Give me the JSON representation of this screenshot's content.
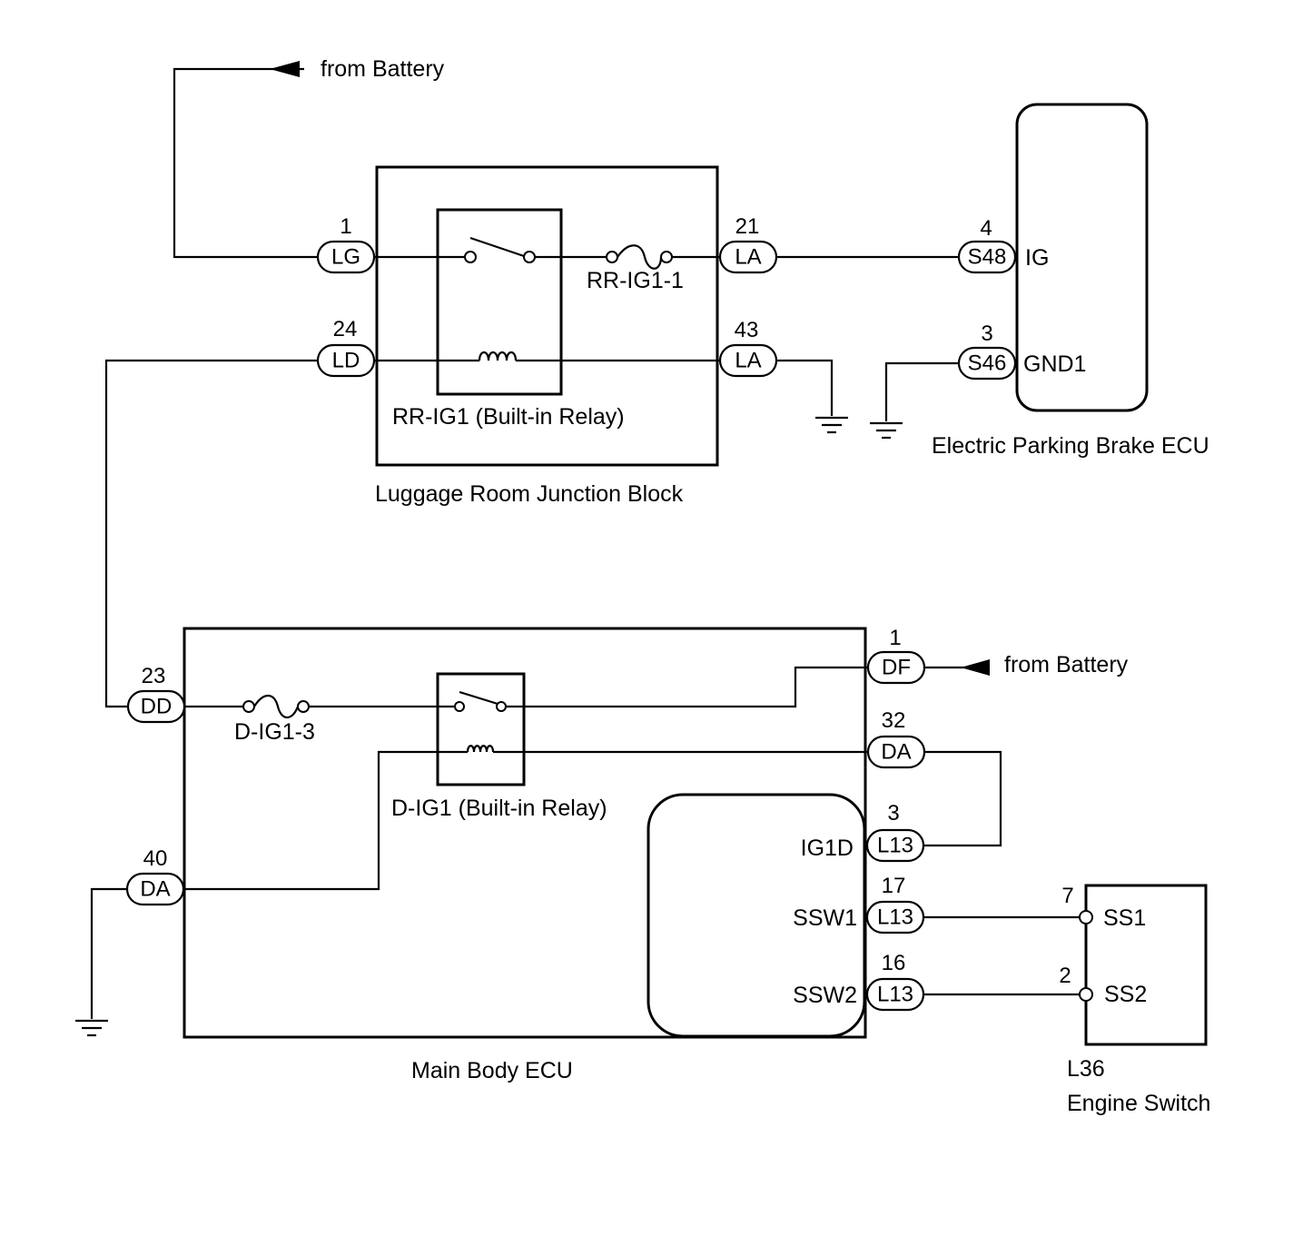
{
  "battery_label_top": "from Battery",
  "battery_label_right": "from Battery",
  "junction_block": {
    "title": "Luggage Room Junction Block",
    "relay_label": "RR-IG1 (Built-in Relay)",
    "fuse_label": "RR-IG1-1",
    "pins": {
      "lg": {
        "num": "1",
        "code": "LG"
      },
      "ld": {
        "num": "24",
        "code": "LD"
      },
      "la21": {
        "num": "21",
        "code": "LA"
      },
      "la43": {
        "num": "43",
        "code": "LA"
      }
    }
  },
  "epb_ecu": {
    "title": "Electric Parking Brake ECU",
    "pins": {
      "ig": {
        "num": "4",
        "code": "S48",
        "name": "IG"
      },
      "gnd1": {
        "num": "3",
        "code": "S46",
        "name": "GND1"
      }
    }
  },
  "main_body_ecu": {
    "title": "Main Body ECU",
    "relay_label": "D-IG1 (Built-in Relay)",
    "fuse_label": "D-IG1-3",
    "pins": {
      "dd": {
        "num": "23",
        "code": "DD"
      },
      "da40": {
        "num": "40",
        "code": "DA"
      },
      "df": {
        "num": "1",
        "code": "DF"
      },
      "da32": {
        "num": "32",
        "code": "DA"
      },
      "ig1d": {
        "num": "3",
        "code": "L13",
        "name": "IG1D"
      },
      "ssw1": {
        "num": "17",
        "code": "L13",
        "name": "SSW1"
      },
      "ssw2": {
        "num": "16",
        "code": "L13",
        "name": "SSW2"
      }
    }
  },
  "engine_switch": {
    "code": "L36",
    "title": "Engine Switch",
    "pins": {
      "ss1": {
        "num": "7",
        "name": "SS1"
      },
      "ss2": {
        "num": "2",
        "name": "SS2"
      }
    }
  }
}
